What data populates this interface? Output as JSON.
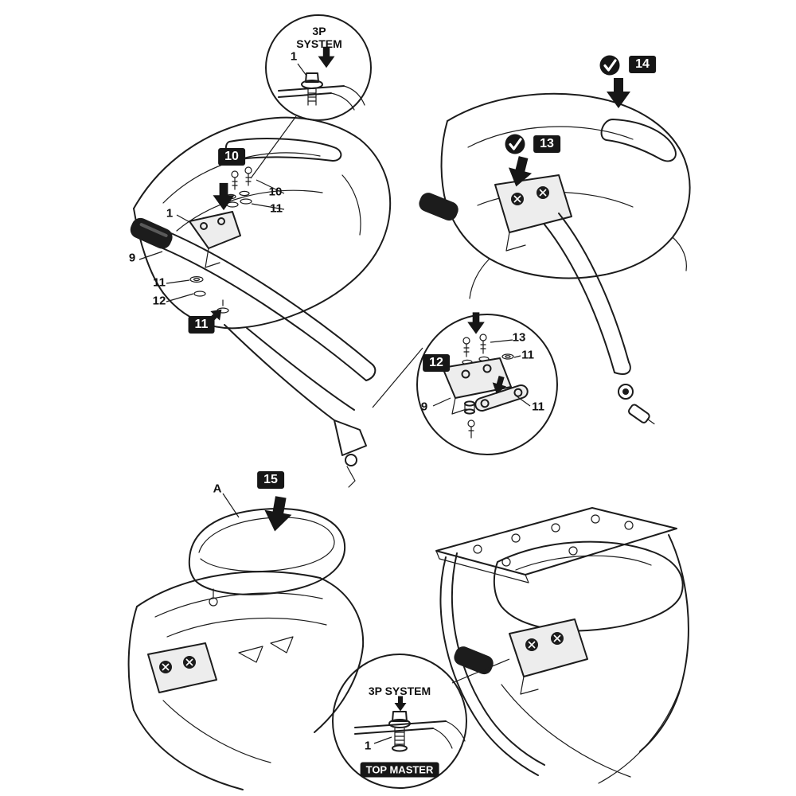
{
  "page": {
    "background": "#ffffff",
    "ink": "#1c1c1c",
    "badge_bg": "#161616",
    "badge_text": "#ffffff"
  },
  "labels": {
    "tl_callout": {
      "line1": "3P",
      "line2": "SYSTEM",
      "part": "1"
    },
    "tl": {
      "step10": "10",
      "p10": "10",
      "p11a": "11",
      "p1": "1",
      "p9": "9",
      "p11b": "11",
      "p12": "12",
      "step11": "11"
    },
    "tr": {
      "step14": "14",
      "step13": "13"
    },
    "mid": {
      "step12": "12",
      "p13": "13",
      "p11a": "11",
      "p9": "9",
      "p11b": "11"
    },
    "bl": {
      "step15": "15",
      "pA": "A"
    },
    "br_callout": {
      "title": "3P SYSTEM",
      "part": "1",
      "footer": "TOP MASTER"
    }
  }
}
